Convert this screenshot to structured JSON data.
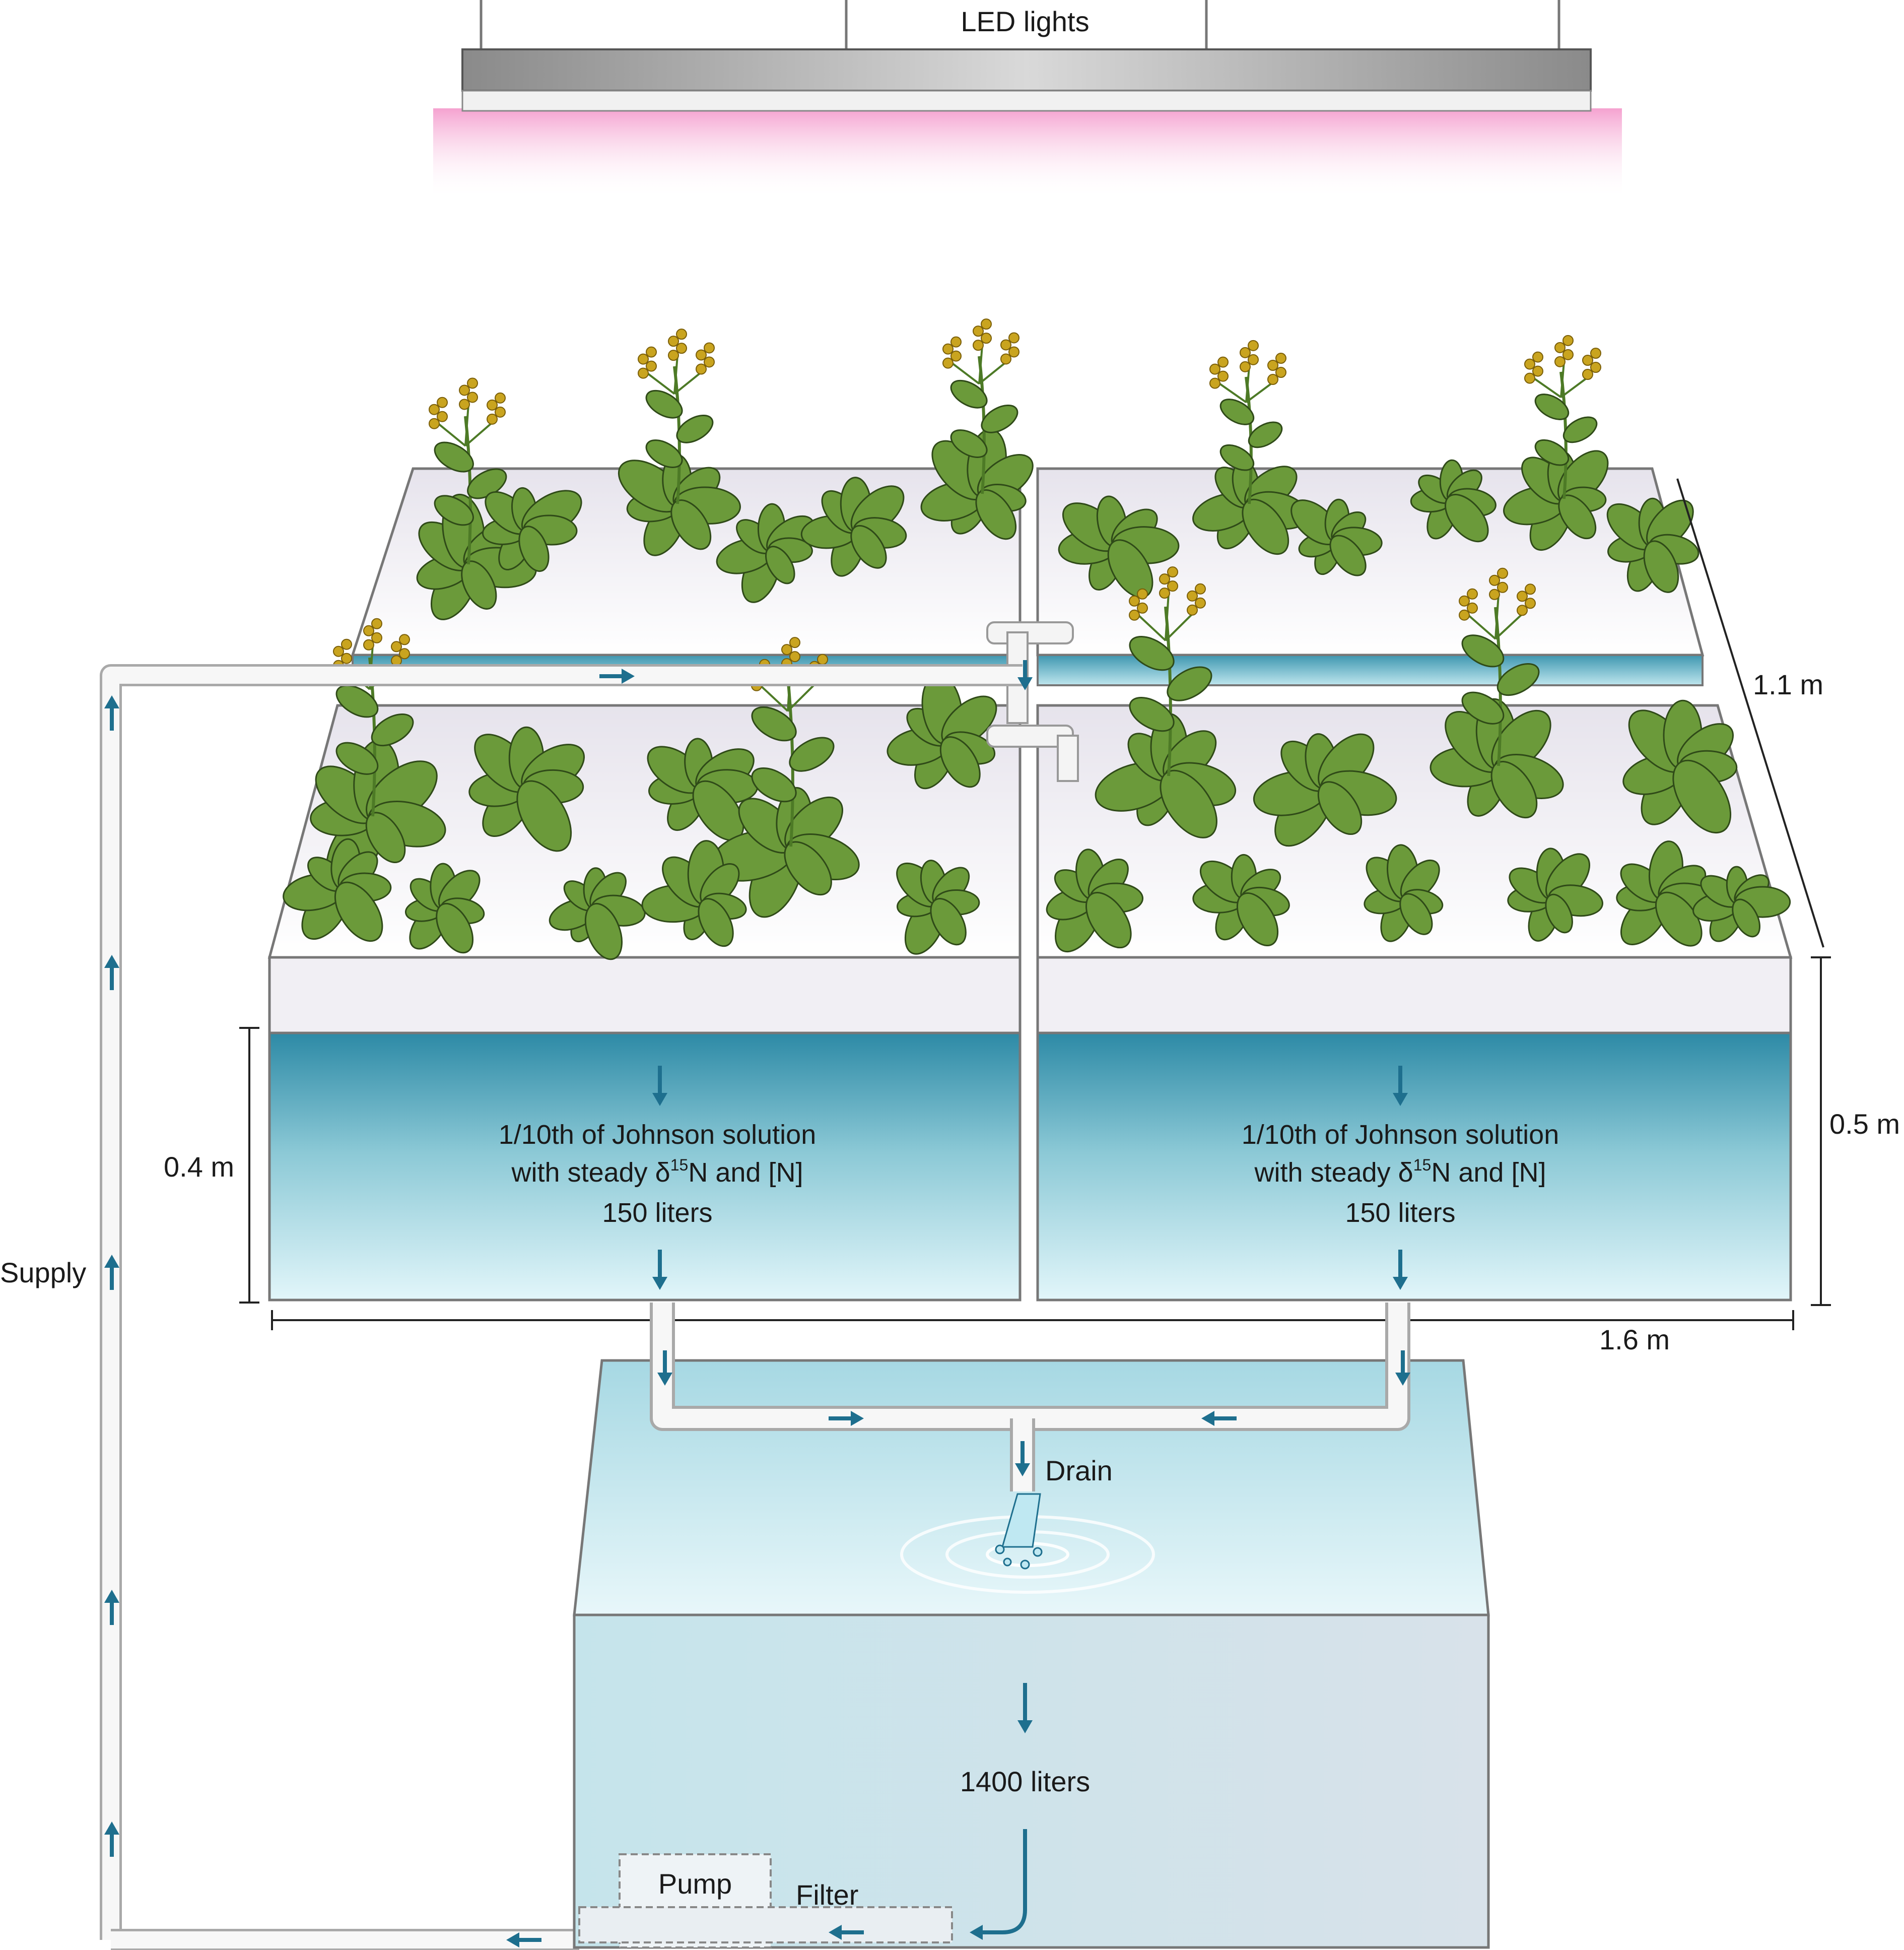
{
  "labels": {
    "led": "LED lights",
    "supply": "Supply",
    "width_top": "1.1 m",
    "height_right": "0.5 m",
    "height_left": "0.4 m",
    "length_bottom": "1.6 m",
    "drain": "Drain",
    "pump": "Pump",
    "filter": "Filter"
  },
  "tanks": [
    {
      "line1": "1/10th of Johnson solution",
      "line2_prefix": "with steady δ",
      "line2_sup": "15",
      "line2_suffix": "N and [N]",
      "volume": "150 liters"
    },
    {
      "line1": "1/10th of Johnson solution",
      "line2_prefix": "with steady δ",
      "line2_sup": "15",
      "line2_suffix": "N and [N]",
      "volume": "150 liters"
    }
  ],
  "reservoir": {
    "volume": "1400 liters"
  },
  "colors": {
    "water": "#5fb3c6",
    "arrow": "#1e6f8e",
    "leaf": "#6b9a3a",
    "flower": "#c9a41f",
    "glow": "#f6a9d2"
  }
}
